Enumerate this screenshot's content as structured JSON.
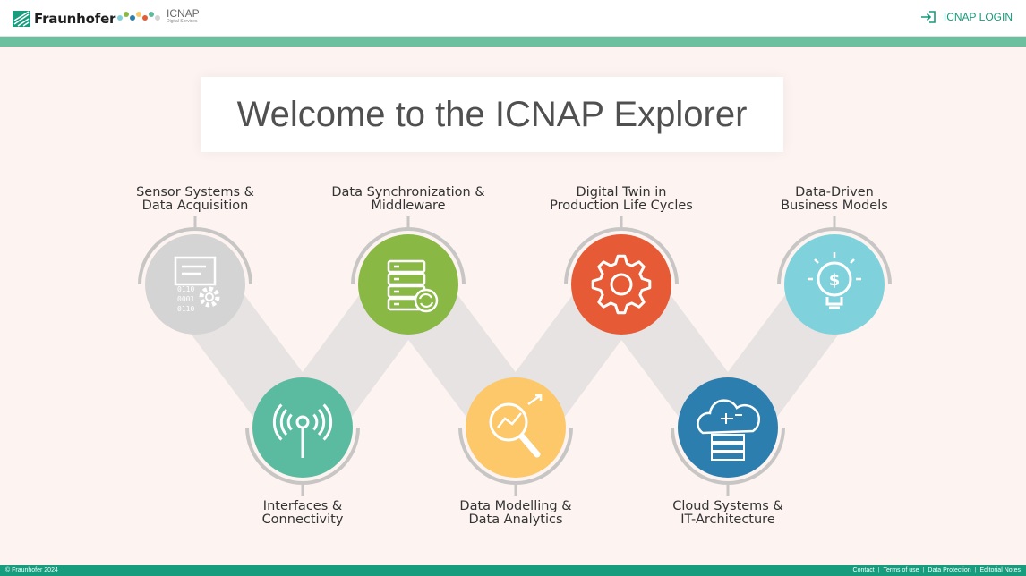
{
  "header": {
    "brand": "Fraunhofer",
    "icnap_title": "ICNAP",
    "icnap_subtitle": "Digital Services",
    "login_label": "ICNAP LOGIN"
  },
  "welcome_title": "Welcome to the ICNAP Explorer",
  "tiles": [
    {
      "id": "sensor",
      "line1": "Sensor Systems &",
      "line2": "Data Acquisition",
      "color": "#d4d4d4",
      "icon": "sensor-data-icon"
    },
    {
      "id": "interfaces",
      "line1": "Interfaces &",
      "line2": "Connectivity",
      "color": "#5bbba0",
      "icon": "antenna-icon"
    },
    {
      "id": "sync",
      "line1": "Data Synchronization &",
      "line2": "Middleware",
      "color": "#8ab845",
      "icon": "server-sync-icon"
    },
    {
      "id": "modelling",
      "line1": "Data Modelling &",
      "line2": "Data Analytics",
      "color": "#fcc86a",
      "icon": "magnifier-analytics-icon"
    },
    {
      "id": "twin",
      "line1": "Digital Twin in",
      "line2": "Production Life Cycles",
      "color": "#e65a35",
      "icon": "gear-icon"
    },
    {
      "id": "cloud",
      "line1": "Cloud Systems &",
      "line2": "IT-Architecture",
      "color": "#2c7eae",
      "icon": "cloud-server-icon"
    },
    {
      "id": "business",
      "line1": "Data-Driven",
      "line2": "Business Models",
      "color": "#7fd2dc",
      "icon": "lightbulb-dollar-icon"
    }
  ],
  "footer": {
    "copyright": "© Fraunhofer 2024",
    "links": [
      "Contact",
      "Terms of use",
      "Data Protection",
      "Editorial Notes"
    ]
  }
}
